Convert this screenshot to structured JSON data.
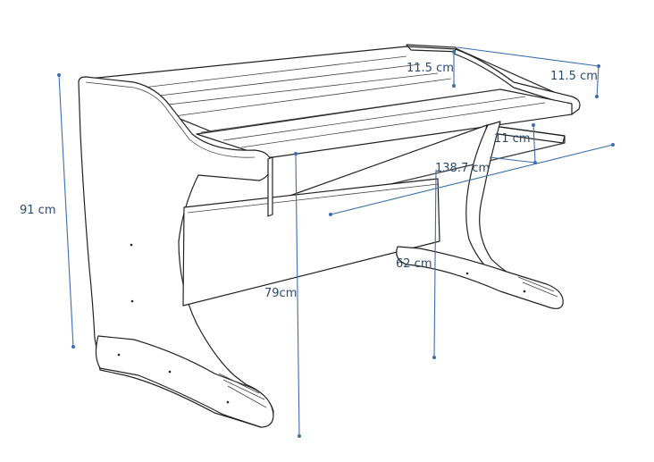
{
  "figure": {
    "subject": "desk-line-drawing",
    "dimension_color": "#3d6db0",
    "line_color": "#222222",
    "dimensions": {
      "overall_height": "91 cm",
      "desk_height": "79cm",
      "shelf_height_rear": "11.5 cm",
      "shelf_height_side": "11.5 cm",
      "tray_height": "11 cm",
      "width": "138.7 cm",
      "depth": "62 cm"
    }
  }
}
